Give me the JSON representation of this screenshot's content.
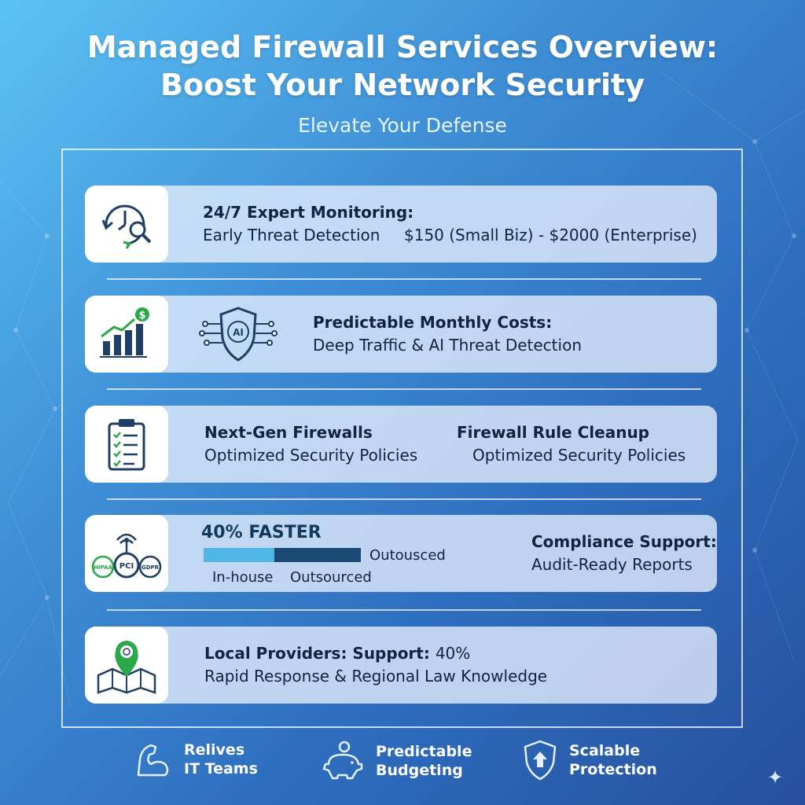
{
  "header": {
    "title_line1": "Managed Firewall Services Overview:",
    "title_line2": "Boost Your Network Security",
    "subtitle": "Elevate Your Defense"
  },
  "cards": [
    {
      "icon": "clock-magnifier-icon",
      "heading": "24/7 Expert Monitoring:",
      "body_left": "Early Threat Detection",
      "body_right": "$150 (Small Biz) - $2000 (Enterprise)"
    },
    {
      "icon": "growth-chart-dollar-icon",
      "secondary_icon": "ai-shield-circuit-icon",
      "secondary_icon_text": "AI",
      "heading": "Predictable Monthly Costs:",
      "body": "Deep Traffic & AI Threat Detection"
    },
    {
      "icon": "clipboard-checklist-icon",
      "col1_heading": "Next-Gen Firewalls",
      "col1_body": "Optimized Security Policies",
      "col2_heading": "Firewall Rule Cleanup",
      "col2_body": "Optimized Security Policies"
    },
    {
      "icon": "compliance-badges-icon",
      "badges": [
        "HIPAA",
        "PCI",
        "GDPR"
      ],
      "stat": "40% FASTER",
      "bar_label": "Outousced",
      "legend_inhouse": "In-house",
      "legend_outsourced": "Outsourced",
      "heading": "Compliance Support:",
      "body": "Audit-Ready Reports",
      "bar_inhouse_fraction": 0.45,
      "bar_outsourced_fraction": 0.55
    },
    {
      "icon": "map-pin-icon",
      "heading": "Local Providers: Support:",
      "heading_value": "40%",
      "body": "Rapid Response & Regional Law Knowledge"
    }
  ],
  "features": [
    {
      "icon": "muscle-arm-icon",
      "line1": "Relives",
      "line2": "IT Teams"
    },
    {
      "icon": "piggy-bank-icon",
      "line1": "Predictable",
      "line2": "Budgeting"
    },
    {
      "icon": "shield-arrow-icon",
      "line1": "Scalable",
      "line2": "Protection"
    }
  ],
  "colors": {
    "bar_inhouse": "#4fb6e6",
    "bar_outsourced": "#1a4a73",
    "icon_navy": "#1f3f66",
    "icon_green": "#2aa84a"
  }
}
